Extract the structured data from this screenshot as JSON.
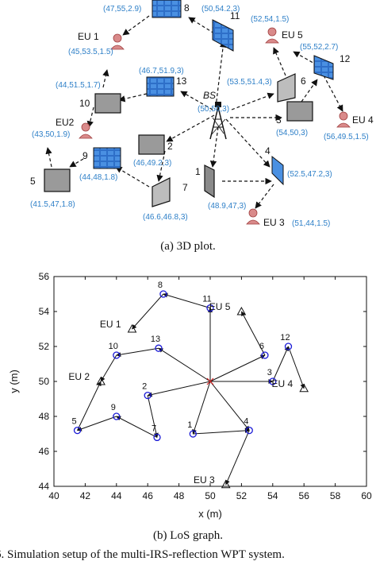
{
  "top_plot": {
    "bs_label": "BS",
    "eus": [
      {
        "id": "eu1",
        "label": "EU 1",
        "coord": "(45,53.5,1.5)"
      },
      {
        "id": "eu2",
        "label": "EU2",
        "coord": "(43,50,1.9)"
      },
      {
        "id": "eu3",
        "label": "EU 3",
        "coord": "(51,44,1.5)"
      },
      {
        "id": "eu4",
        "label": "EU 4",
        "coord": "(56,49.5,1.5)"
      },
      {
        "id": "eu5",
        "label": "EU 5",
        "coord": "(52,54,1.5)"
      }
    ],
    "irs": [
      {
        "num": "1",
        "coord": "(48.9,47,3)"
      },
      {
        "num": "2",
        "coord": "(46,49.2,3)"
      },
      {
        "num": "3",
        "coord": "(54,50,3)"
      },
      {
        "num": "4",
        "coord": "(52.5,47.2,3)"
      },
      {
        "num": "5",
        "coord": "(41.5,47,1.8)"
      },
      {
        "num": "6",
        "coord": "(53.5,51.4,3)"
      },
      {
        "num": "7",
        "coord": "(46.6,46.8,3)"
      },
      {
        "num": "8",
        "coord": "(47,55,2.9)"
      },
      {
        "num": "9",
        "coord": "(44,48,1.8)"
      },
      {
        "num": "10",
        "coord": "(44,51.5,1.7)"
      },
      {
        "num": "11",
        "coord": "(50,54.2,3)"
      },
      {
        "num": "12",
        "coord": "(55,52,2.7)"
      },
      {
        "num": "13",
        "coord": "(46.7,51.9,3)"
      }
    ],
    "bs_coord": "(50,50,3)"
  },
  "chart_data": {
    "type": "scatter",
    "xlabel": "x (m)",
    "ylabel": "y (m)",
    "xlim": [
      40,
      60
    ],
    "ylim": [
      44,
      56
    ],
    "xticks": [
      40,
      42,
      44,
      46,
      48,
      50,
      52,
      54,
      56,
      58,
      60
    ],
    "yticks": [
      44,
      46,
      48,
      50,
      52,
      54,
      56
    ],
    "grid": false,
    "bs": {
      "x": 50,
      "y": 50
    },
    "irs_points": [
      {
        "label": "1",
        "x": 48.9,
        "y": 47
      },
      {
        "label": "2",
        "x": 46,
        "y": 49.2
      },
      {
        "label": "3",
        "x": 54,
        "y": 50
      },
      {
        "label": "4",
        "x": 52.5,
        "y": 47.2
      },
      {
        "label": "5",
        "x": 41.5,
        "y": 47.2
      },
      {
        "label": "6",
        "x": 53.5,
        "y": 51.5
      },
      {
        "label": "7",
        "x": 46.6,
        "y": 46.8
      },
      {
        "label": "8",
        "x": 47,
        "y": 55
      },
      {
        "label": "9",
        "x": 44,
        "y": 48
      },
      {
        "label": "10",
        "x": 44,
        "y": 51.5
      },
      {
        "label": "11",
        "x": 50,
        "y": 54.2
      },
      {
        "label": "12",
        "x": 55,
        "y": 52
      },
      {
        "label": "13",
        "x": 46.7,
        "y": 51.9
      }
    ],
    "eu_points": [
      {
        "label": "EU 1",
        "x": 45,
        "y": 53
      },
      {
        "label": "EU 2",
        "x": 43,
        "y": 50
      },
      {
        "label": "EU 3",
        "x": 51,
        "y": 44.1
      },
      {
        "label": "EU 4",
        "x": 56,
        "y": 49.6
      },
      {
        "label": "EU 5",
        "x": 52,
        "y": 54
      }
    ],
    "paths": [
      [
        {
          "x": 50,
          "y": 50
        },
        {
          "x": 50,
          "y": 54.2
        },
        {
          "x": 47,
          "y": 55
        },
        {
          "x": 45,
          "y": 53
        }
      ],
      [
        {
          "x": 50,
          "y": 50
        },
        {
          "x": 46.7,
          "y": 51.9
        },
        {
          "x": 44,
          "y": 51.5
        },
        {
          "x": 43,
          "y": 50
        }
      ],
      [
        {
          "x": 50,
          "y": 50
        },
        {
          "x": 46,
          "y": 49.2
        },
        {
          "x": 46.6,
          "y": 46.8
        },
        {
          "x": 44,
          "y": 48
        },
        {
          "x": 41.5,
          "y": 47.2
        },
        {
          "x": 43,
          "y": 50
        }
      ],
      [
        {
          "x": 50,
          "y": 50
        },
        {
          "x": 48.9,
          "y": 47
        },
        {
          "x": 52.5,
          "y": 47.2
        },
        {
          "x": 51,
          "y": 44.1
        }
      ],
      [
        {
          "x": 50,
          "y": 50
        },
        {
          "x": 52.5,
          "y": 47.2
        }
      ],
      [
        {
          "x": 50,
          "y": 50
        },
        {
          "x": 54,
          "y": 50
        },
        {
          "x": 55,
          "y": 52
        },
        {
          "x": 56,
          "y": 49.6
        }
      ],
      [
        {
          "x": 50,
          "y": 50
        },
        {
          "x": 53.5,
          "y": 51.5
        },
        {
          "x": 52,
          "y": 54
        }
      ]
    ]
  },
  "captions": {
    "a": "(a) 3D plot.",
    "b": "(b) LoS graph.",
    "fig": "6.  Simulation setup of the multi-IRS-reflection WPT system."
  }
}
